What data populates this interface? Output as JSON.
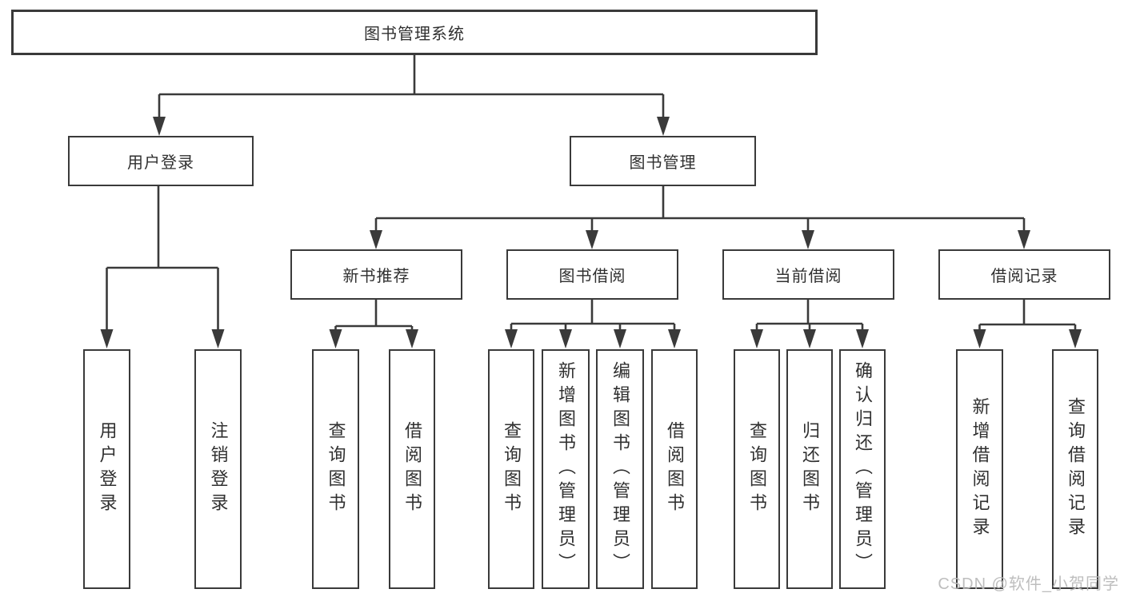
{
  "diagram": {
    "title_note": "library management system function structure chart",
    "tree": {
      "root": {
        "label": "图书管理系统"
      },
      "level2": [
        {
          "label": "用户登录"
        },
        {
          "label": "图书管理"
        }
      ],
      "level3": [
        {
          "label": "新书推荐"
        },
        {
          "label": "图书借阅"
        },
        {
          "label": "当前借阅"
        },
        {
          "label": "借阅记录"
        }
      ],
      "leaves": {
        "user_login": [
          {
            "label": "用户登录"
          },
          {
            "label": "注销登录"
          }
        ],
        "new_book": [
          {
            "label": "查询图书"
          },
          {
            "label": "借阅图书"
          }
        ],
        "borrow": [
          {
            "label": "查询图书"
          },
          {
            "label": "新增图书（管理员）"
          },
          {
            "label": "编辑图书（管理员）"
          },
          {
            "label": "借阅图书"
          }
        ],
        "current": [
          {
            "label": "查询图书"
          },
          {
            "label": "归还图书"
          },
          {
            "label": "确认归还（管理员）"
          }
        ],
        "records": [
          {
            "label": "新增借阅记录"
          },
          {
            "label": "查询借阅记录"
          }
        ]
      }
    },
    "colors": {
      "line": "#3a3a3a",
      "text": "#303030",
      "background": "#ffffff",
      "watermark": "#b8b8b8"
    }
  },
  "watermark": {
    "text": "CSDN @软件_小贺同学"
  }
}
